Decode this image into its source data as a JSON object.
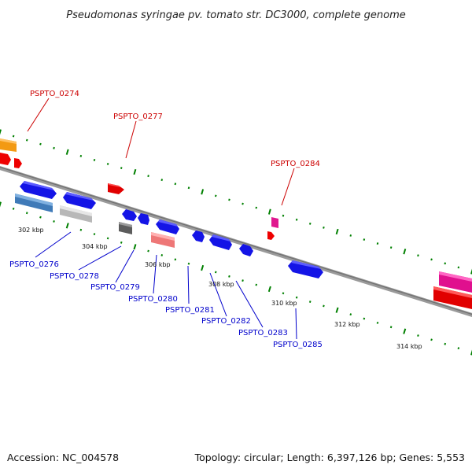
{
  "title": "Pseudomonas syringae pv. tomato str. DC3000, complete genome",
  "footer": {
    "accession": "Accession: NC_004578",
    "summary": "Topology: circular; Length: 6,397,126 bp; Genes: 5,553"
  },
  "scale_labels": [
    "302 kbp",
    "304 kbp",
    "306 kbp",
    "308 kbp",
    "310 kbp",
    "312 kbp",
    "314 kbp"
  ],
  "gene_labels_top": [
    "PSPTO_0274",
    "PSPTO_0277",
    "PSPTO_0284"
  ],
  "gene_labels_bottom": [
    "PSPTO_0276",
    "PSPTO_0278",
    "PSPTO_0279",
    "PSPTO_0280",
    "PSPTO_0281",
    "PSPTO_0282",
    "PSPTO_0283",
    "PSPTO_0285"
  ],
  "colors": {
    "forward_gene": "#ff0000",
    "reverse_gene": "#0000ff",
    "top_label": "#cc0000",
    "bottom_label": "#0000cc",
    "backbone": "#8a8a8a",
    "tick": "#008000"
  }
}
